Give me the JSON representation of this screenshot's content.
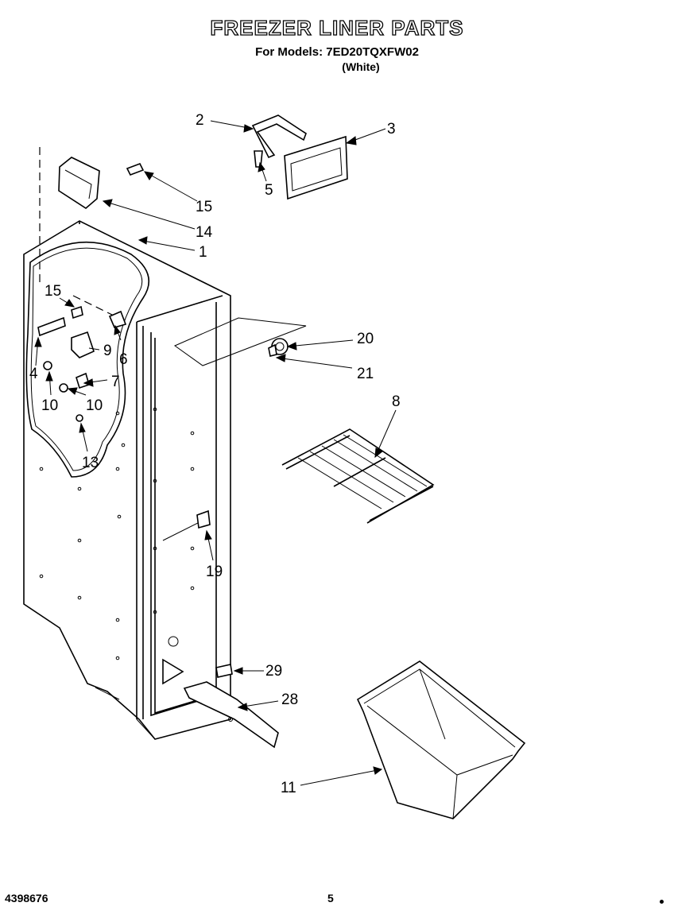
{
  "header": {
    "title": "FREEZER LINER PARTS",
    "models_line": "For Models: 7ED20TQXFW02",
    "color_line": "(White)"
  },
  "footer": {
    "doc_number": "4398676",
    "page_number": "5"
  },
  "callouts": {
    "c1": "1",
    "c2": "2",
    "c3": "3",
    "c4": "4",
    "c5": "5",
    "c6": "6",
    "c7": "7",
    "c8": "8",
    "c9": "9",
    "c10a": "10",
    "c10b": "10",
    "c11": "11",
    "c13": "13",
    "c14": "14",
    "c15a": "15",
    "c15b": "15",
    "c19": "19",
    "c20": "20",
    "c21": "21",
    "c28": "28",
    "c29": "29"
  }
}
